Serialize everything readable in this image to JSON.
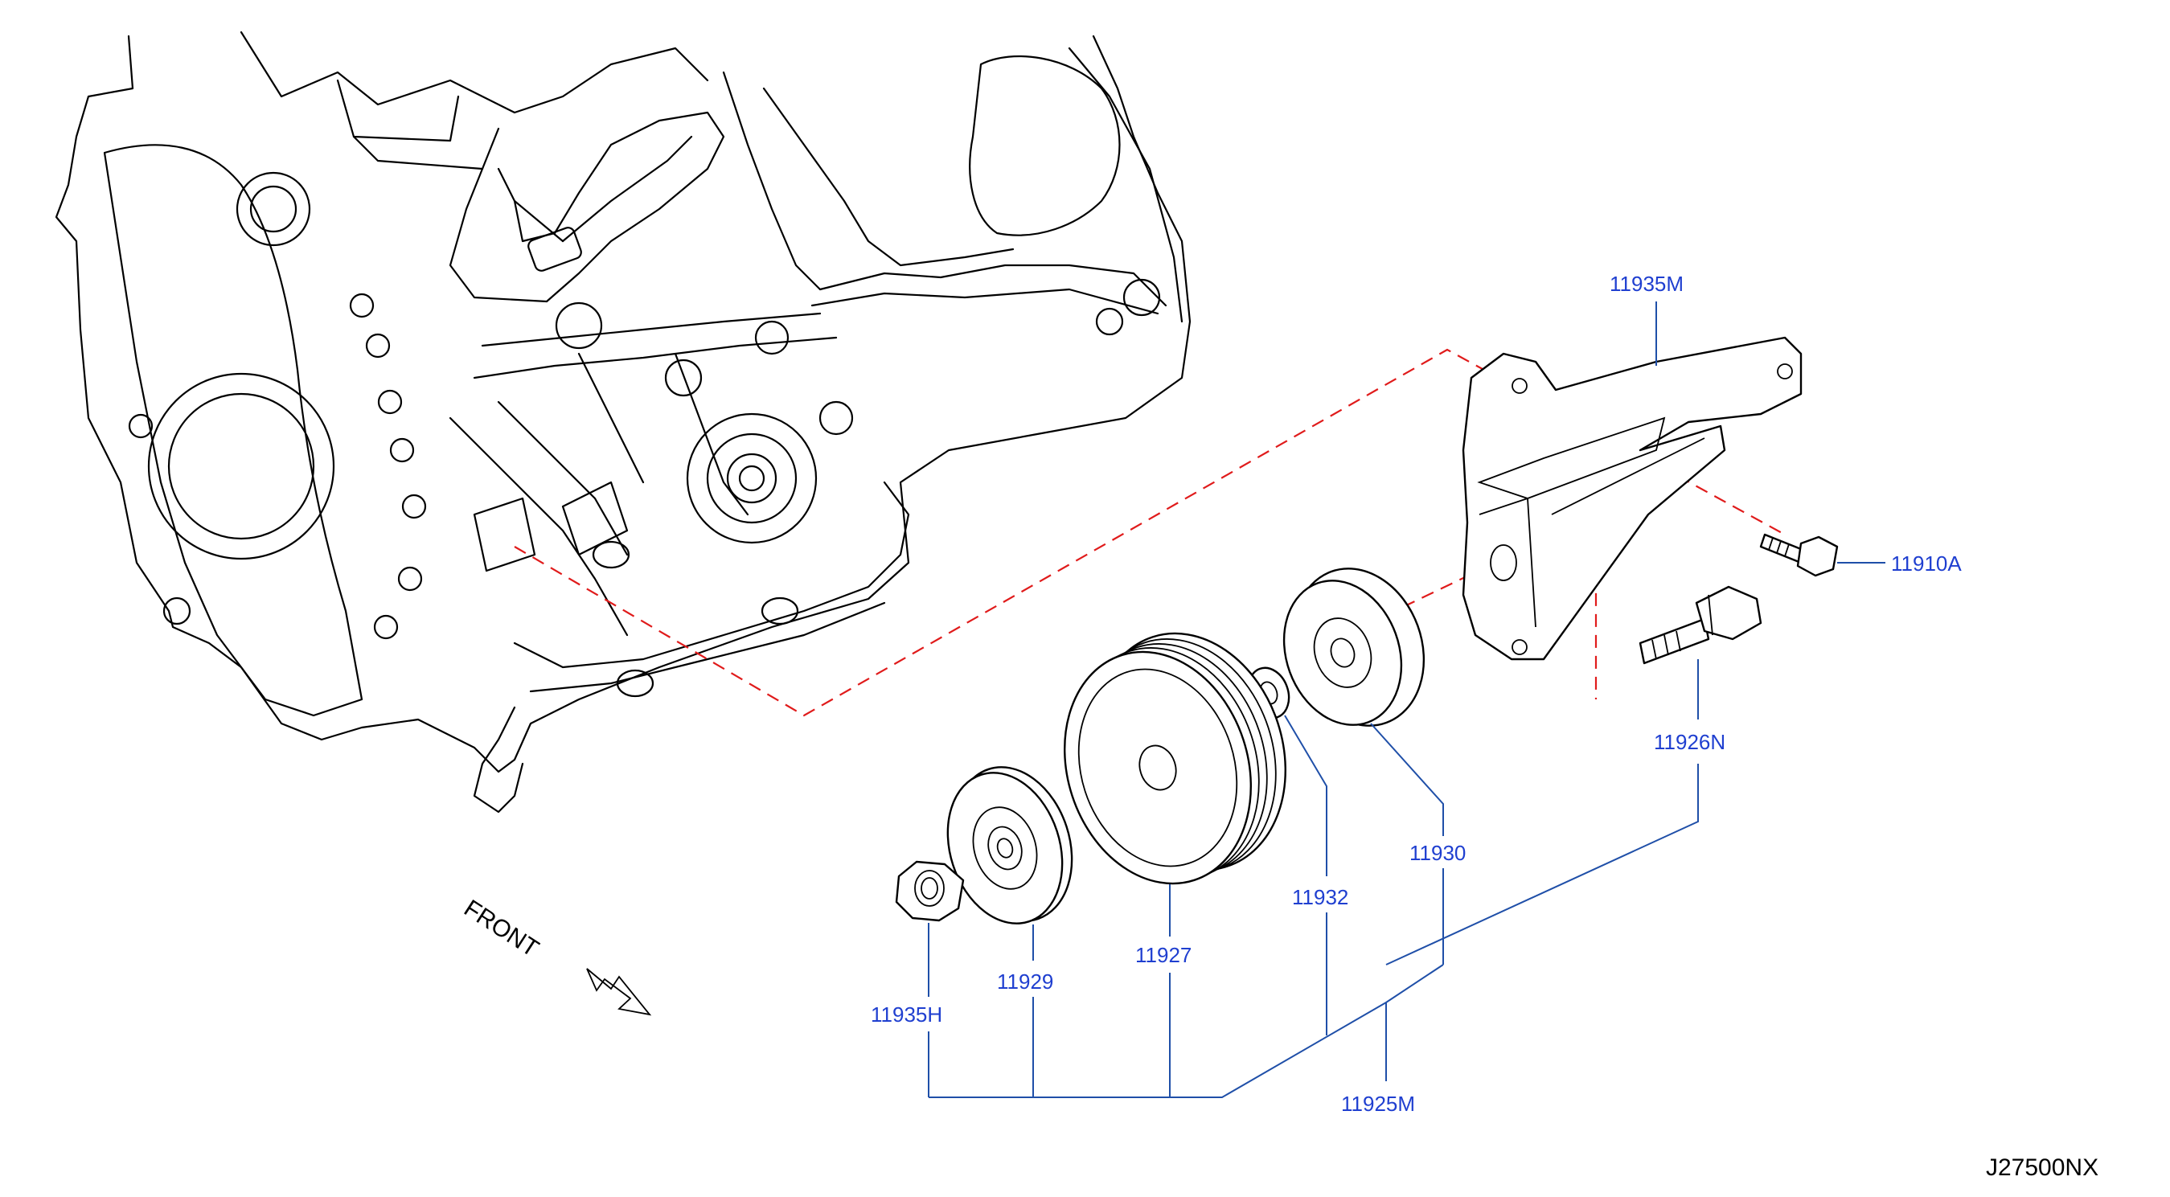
{
  "labels": {
    "p11935M": "11935M",
    "p11910A": "11910A",
    "p11926N": "11926N",
    "p11930": "11930",
    "p11932": "11932",
    "p11927": "11927",
    "p11929": "11929",
    "p11935H": "11935H",
    "p11925M": "11925M"
  },
  "front_label": "FRONT",
  "diagram_id": "J27500NX",
  "colors": {
    "callout": "#1f3fd0",
    "leader": "#1f4fa8",
    "dashed_guide": "#e01b1b",
    "linework": "#000000"
  }
}
